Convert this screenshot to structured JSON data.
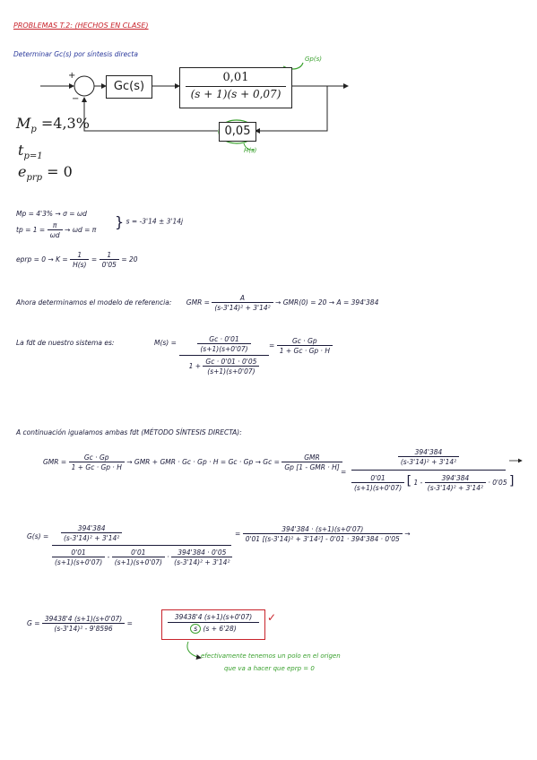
{
  "title": "PROBLEMAS T.2: (HECHOS EN CLASE)",
  "subtitle": "Determinar Gc(s) por síntesis directa",
  "diagram": {
    "plus": "+",
    "minus": "−",
    "controller": "Gc(s)",
    "plant_num": "0,01",
    "plant_den": "(s + 1)(s + 0,07)",
    "feedback": "0,05",
    "gp_label": "Gp(s)",
    "h_label": "H(s)"
  },
  "specs": {
    "mp": "M",
    "mp_sub": "p",
    "mp_val": " =4,3%",
    "tp": "t",
    "tp_sub": "p=1",
    "e": "e",
    "e_sub": "prp",
    "e_val": " = 0"
  },
  "calc1": {
    "line1": "Mp = 4'3%  →  σ = ωd",
    "line2a": "tp = 1 =",
    "line2_num": "π",
    "line2_den": "ωd",
    "line2b": "→ ωd = π",
    "result": "s = -3'14 ± 3'14j"
  },
  "calc2": {
    "a": "eprp = 0  →  K =",
    "num1": "1",
    "den1": "H(s)",
    "eq": "=",
    "num2": "1",
    "den2": "0'05",
    "b": "= 20"
  },
  "model": {
    "text": "Ahora determinamos el modelo de referencia:",
    "lhs": "GMR =",
    "num": "A",
    "den": "(s-3'14)² + 3'14²",
    "rhs": "→ GMR(0) = 20 → A = 394'384"
  },
  "fdt": {
    "text": "La fdt de nuestro sistema es:",
    "lhs": "M(s) =",
    "n1": "Gc · 0'01",
    "d1": "(s+1)(s+0'07)",
    "d_a": "1 +",
    "d_num": "Gc · 0'01 · 0'05",
    "d_den": "(s+1)(s+0'07)",
    "eq": "=",
    "n2": "Gc · Gp",
    "d2": "1 + Gc · Gp · H"
  },
  "equal": {
    "text": "A continuación igualamos ambas fdt (MÉTODO SÍNTESIS DIRECTA):",
    "lhs": "GMR =",
    "n1": "Gc · Gp",
    "d1": "1 + Gc · Gp · H",
    "mid": "→ GMR + GMR · Gc · Gp · H = Gc · Gp → Gc =",
    "n2": "GMR",
    "d2": "Gp [1 - GMR · H]",
    "eq": "=",
    "n3a": "394'384",
    "n3b": "(s-3'14)² + 3'14²",
    "d3a": "0'01",
    "d3b": "(s+1)(s+0'07)",
    "d3c": "1 -",
    "d3n": "394'384",
    "d3d": "(s-3'14)² + 3'14²",
    "d3e": "· 0'05",
    "arrow": "→"
  },
  "gs": {
    "lhs": "G(s) =",
    "n1": "394'384",
    "n2": "(s-3'14)² + 3'14²",
    "da": "0'01",
    "db": "(s+1)(s+0'07)",
    "dm": "-",
    "dc": "0'01",
    "dd": "(s+1)(s+0'07)",
    "dx": "·",
    "de": "394'384 · 0'05",
    "df": "(s-3'14)² + 3'14²",
    "eq": "=",
    "rn": "394'384 · (s+1)(s+0'07)",
    "rd": "0'01 [(s-3'14)² + 3'14²] - 0'01 · 394'384 · 0'05",
    "arrow": "→"
  },
  "final": {
    "lhs": "G =",
    "num": "39438'4 (s+1)(s+0'07)",
    "den": "(s-3'14)² - 9'8596",
    "eq": "=",
    "bnum": "39438'4 (s+1)(s+0'07)",
    "bden_s": "s",
    "bden_r": "(s + 6'28)",
    "check": "✓",
    "note1": "efectivamente tenemos un polo en el origen",
    "note2": "que va a hacer que eprp = 0"
  }
}
